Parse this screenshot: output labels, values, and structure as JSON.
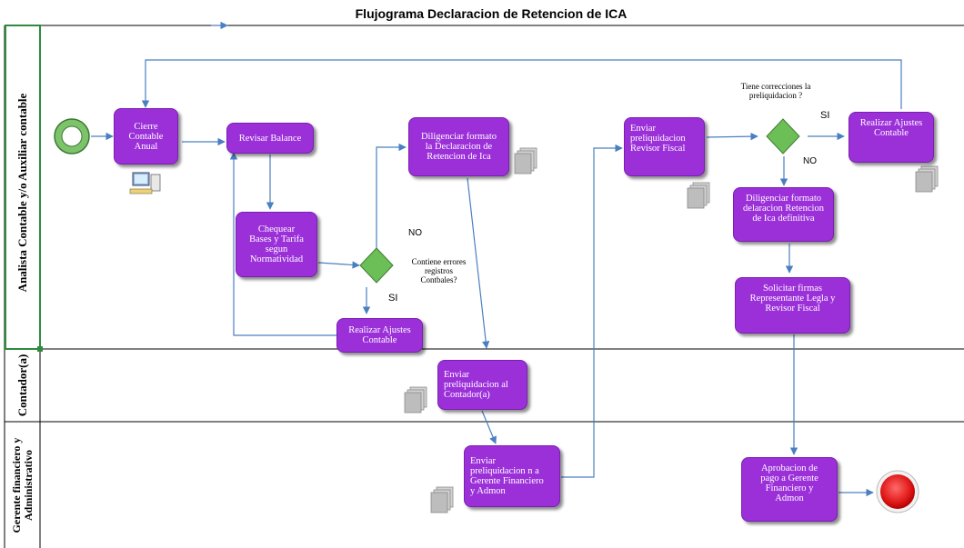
{
  "diagram": {
    "title": "Flujograma Declaracion de Retencion de ICA",
    "lanes": {
      "analista": "Analista Contable y/o Auxiliar contable",
      "contador": "Contador(a)",
      "gerente": "Gerente financiero y\nAdministrativo"
    },
    "tasks": {
      "cierre": "Cierre\nContable\nAnual",
      "revisar_balance": "Revisar Balance",
      "chequear": "Chequear\nBases y Tarifa\nsegun\nNormatividad",
      "ajustes_1": "Realizar Ajustes\nContable",
      "diligenciar": "Diligenciar formato\nla Declaracion de\nRetencion de Ica",
      "enviar_contador": "Enviar\npreliquidacion al\nContador(a)",
      "enviar_gerente": "Enviar\npreliquidacion n a\nGerente Financiero\ny Admon",
      "enviar_revisor": "Enviar\npreliquidacion\nRevisor Fiscal",
      "ajustes_2": "Realizar Ajustes\nContable",
      "diligenciar_def": "Diligenciar formato\ndelaracion Retencion\nde Ica definitiva",
      "solicitar_firmas": "Solicitar firmas\nRepresentante Legla y\nRevisor Fiscal",
      "aprobacion": "Aprobacion de\npago  a Gerente\nFinanciero y\nAdmon"
    },
    "decisions": {
      "errores": "Contiene errores\nregistros\nContbales?",
      "correcciones": "Tiene correcciones la\npreliquidacion  ?"
    },
    "branch_labels": {
      "no_1": "NO",
      "si_1": "SI",
      "si_2": "SI",
      "no_2": "NO"
    }
  },
  "colors": {
    "task": "#9b30d9",
    "decision": "#6cbf57",
    "start": "#7dc36b",
    "end": "#e02020",
    "lane_border": "#2e8b3e"
  },
  "icons": [
    "computer-icon",
    "document-stack-icon",
    "start-event-icon",
    "end-event-icon"
  ]
}
